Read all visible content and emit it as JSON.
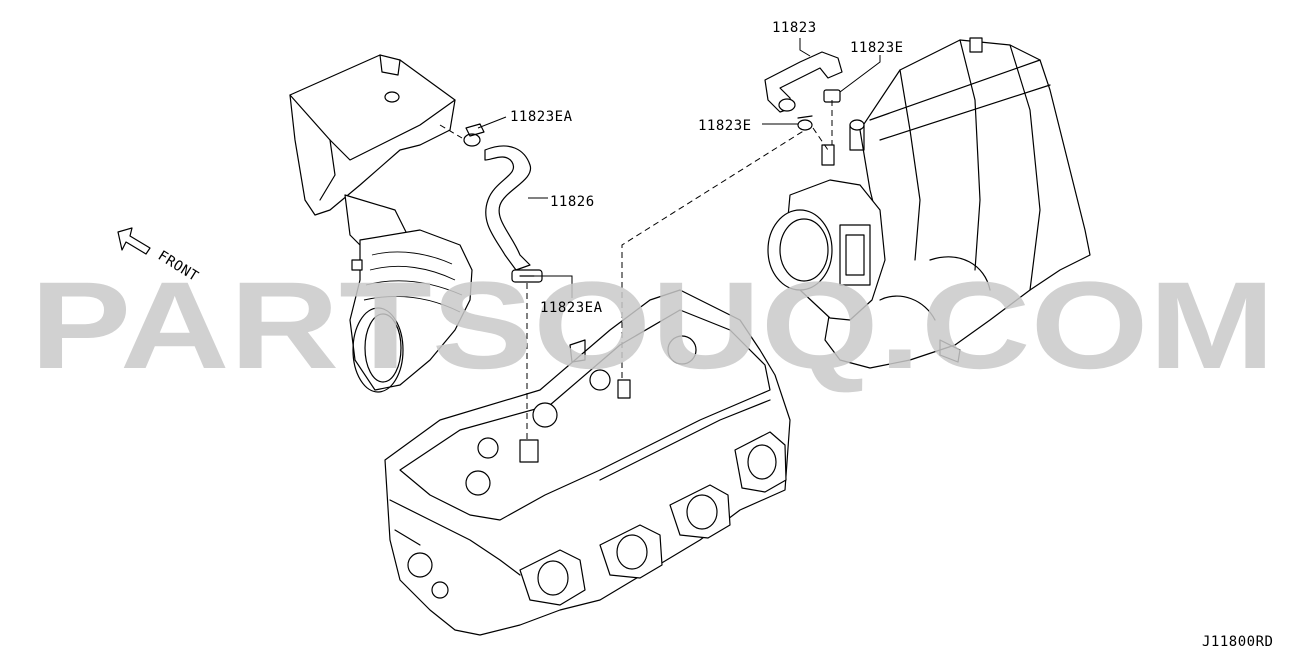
{
  "diagram": {
    "callouts": [
      {
        "id": "11823",
        "text": "11823"
      },
      {
        "id": "11823E_top",
        "text": "11823E"
      },
      {
        "id": "11823E_left",
        "text": "11823E"
      },
      {
        "id": "11823EA_top",
        "text": "11823EA"
      },
      {
        "id": "11826",
        "text": "11826"
      },
      {
        "id": "11823EA_bottom",
        "text": "11823EA"
      }
    ],
    "front_label": "FRONT",
    "drawing_code": "J11800RD",
    "watermark": "PARTSOUQ.COM"
  }
}
